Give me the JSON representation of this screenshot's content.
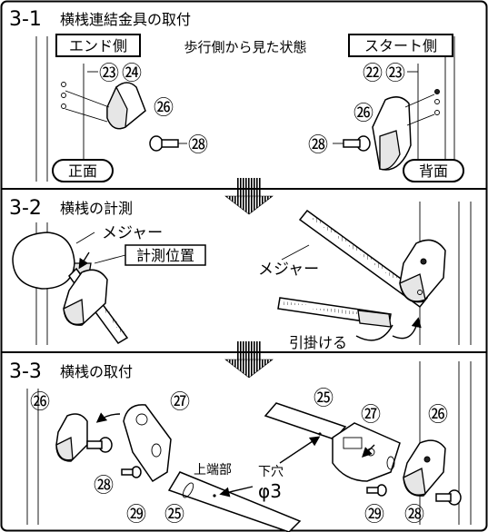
{
  "sections": [
    {
      "step": "3-1",
      "title": "横桟連結金具の取付",
      "left_box": "エンド側",
      "right_box": "スタート側",
      "state_caption": "歩行側から見た状態",
      "front_label": "正面",
      "back_label": "背面",
      "callouts": [
        "㉓",
        "㉔",
        "㉖",
        "㉘",
        "㉒",
        "㉓",
        "㉖",
        "㉘"
      ]
    },
    {
      "step": "3-2",
      "title": "横桟の計測",
      "measure_label_1": "メジャー",
      "position_box": "計測位置",
      "measure_label_2": "メジャー",
      "hook_label": "引掛ける"
    },
    {
      "step": "3-3",
      "title": "横桟の取付",
      "upper_end": "上端部",
      "hole_label_1": "下穴",
      "hole_label_2": "φ3",
      "callouts": [
        "㉖",
        "㉗",
        "㉘",
        "㉙",
        "㉕",
        "㉕",
        "㉗",
        "㉖",
        "㉙",
        "㉘"
      ]
    }
  ]
}
